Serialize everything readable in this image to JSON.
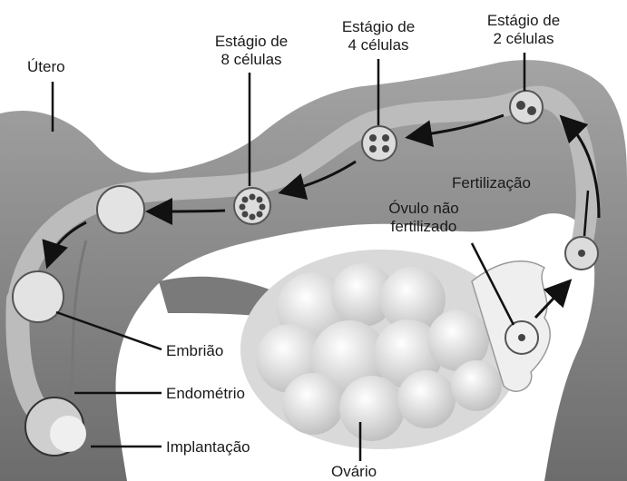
{
  "labels": {
    "utero": "Útero",
    "stage8_line1": "Estágio de",
    "stage8_line2": "8 células",
    "stage4_line1": "Estágio de",
    "stage4_line2": "4 células",
    "stage2_line1": "Estágio de",
    "stage2_line2": "2 células",
    "fertilizacao": "Fertilização",
    "ovulo_line1": "Óvulo não",
    "ovulo_line2": "fertilizado",
    "embriao": "Embrião",
    "endometrio": "Endométrio",
    "implantacao": "Implantação",
    "ovario": "Ovário"
  },
  "colors": {
    "tissue": "#8e8e8e",
    "tissue_dark": "#5f5f5f",
    "tube_lumen": "#b5b5b5",
    "ovary": "#e6e6e6",
    "cell": "#d9d9d9",
    "ink": "#1a1a1a"
  }
}
